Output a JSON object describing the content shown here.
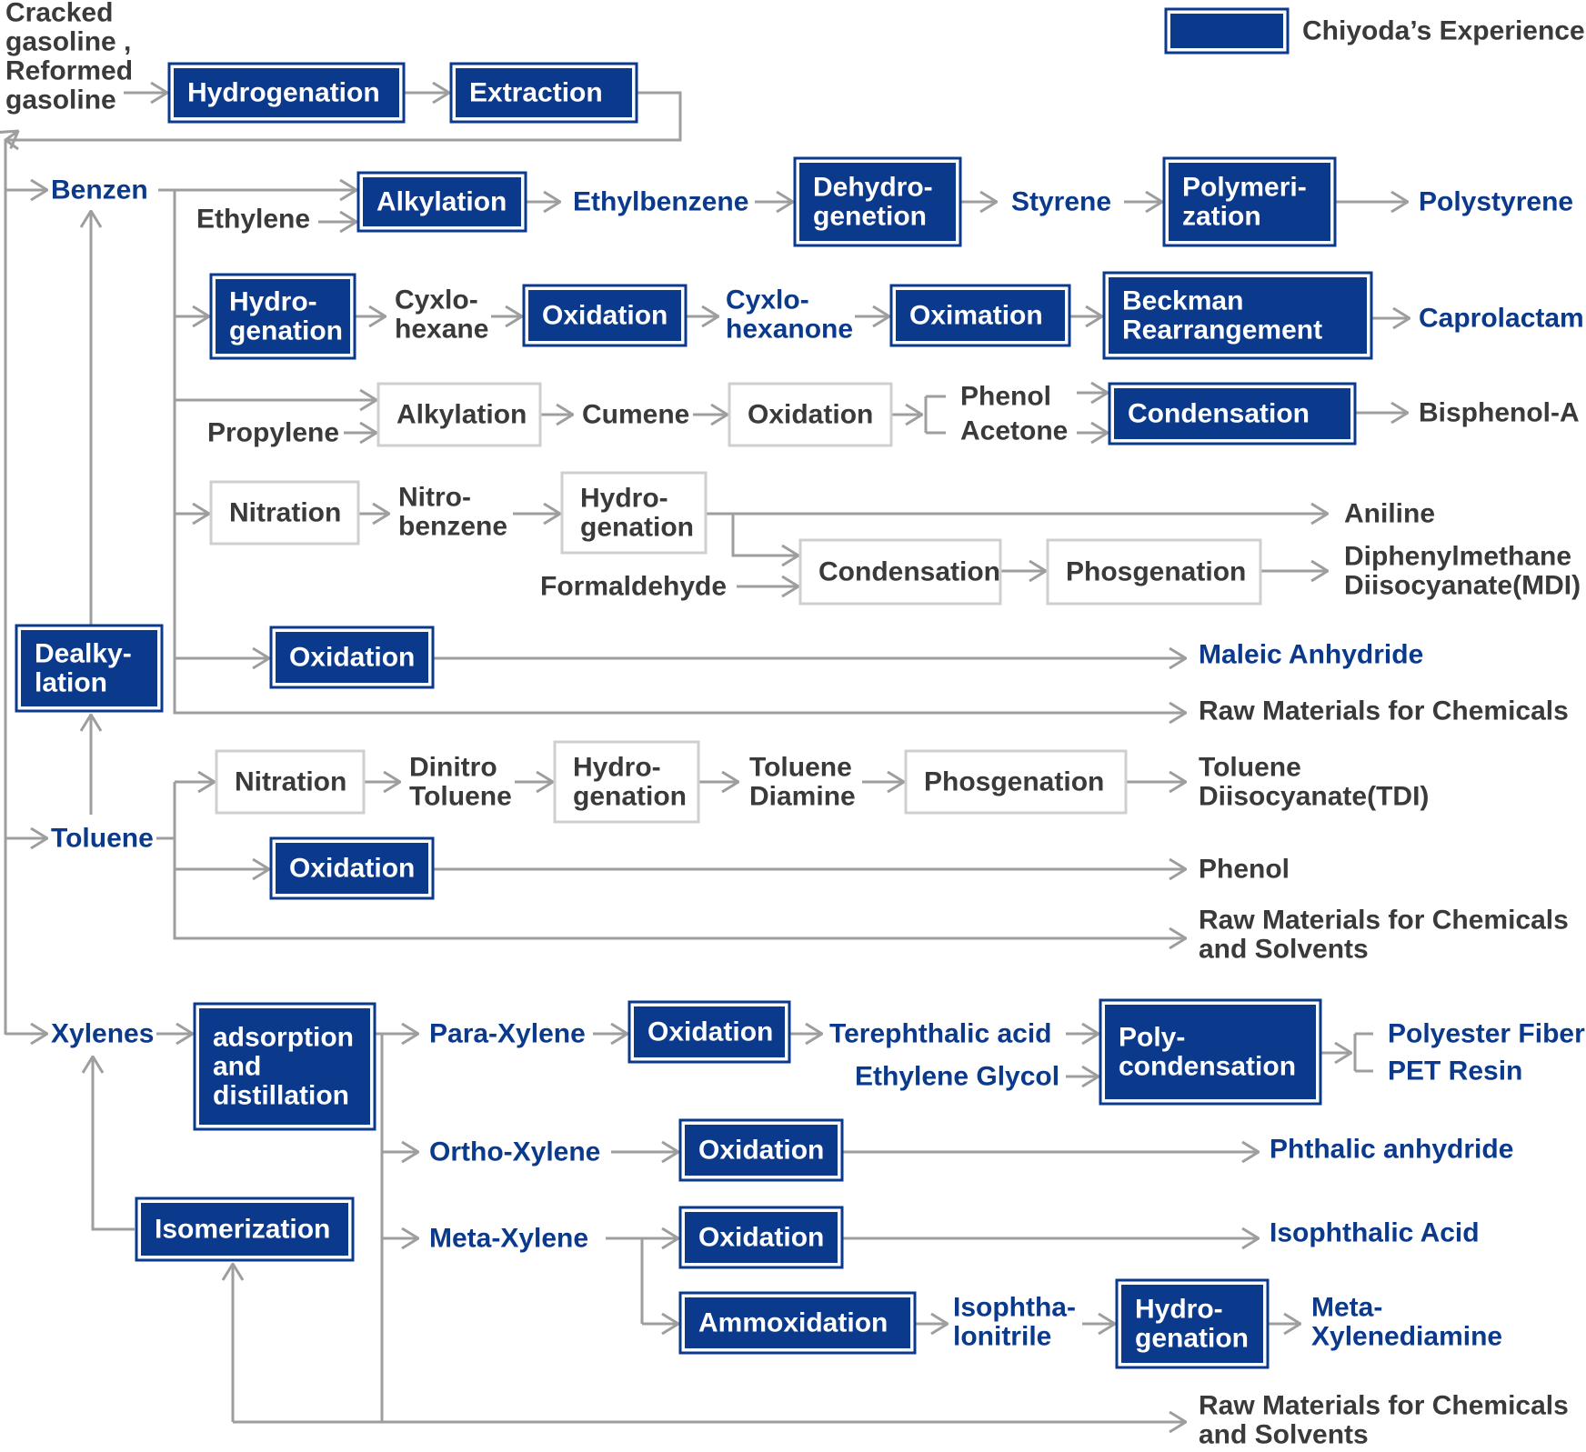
{
  "title": "",
  "colors": {
    "brand": "#0b3a8c",
    "text": "#3a3a3a",
    "line": "#9e9e9e",
    "plain_border": "#cfcfcf"
  },
  "legend": {
    "label": "Chiyoda’s Experience"
  },
  "nodes": {
    "feed": [
      "Cracked",
      "gasoline ,",
      "Reformed",
      "gasoline"
    ],
    "hydrogenation_1": "Hydrogenation",
    "extraction": "Extraction",
    "benzen": "Benzen",
    "ethylene": "Ethylene",
    "alkylation_1": "Alkylation",
    "ethylbenzene": "Ethylbenzene",
    "dehydrogenetion": [
      "Dehydro-",
      "genetion"
    ],
    "styrene": "Styrene",
    "polymerization": [
      "Polymeri-",
      "zation"
    ],
    "polystyrene": "Polystyrene",
    "hydrogenation_2": [
      "Hydro-",
      "genation"
    ],
    "cyclohexane": [
      "Cyxlo-",
      "hexane"
    ],
    "oxidation_1": "Oxidation",
    "cyclohexanone": [
      "Cyxlo-",
      "hexanone"
    ],
    "oximation": "Oximation",
    "beckman": [
      "Beckman",
      "Rearrangement"
    ],
    "caprolactam": "Caprolactam",
    "propylene": "Propylene",
    "alkylation_2": "Alkylation",
    "cumene": "Cumene",
    "oxidation_2": "Oxidation",
    "phenol_1": "Phenol",
    "acetone": "Acetone",
    "condensation_1": "Condensation",
    "bisphenol": "Bisphenol-A",
    "nitration_1": "Nitration",
    "nitrobenzene": [
      "Nitro-",
      "benzene"
    ],
    "hydrogenation_3": [
      "Hydro-",
      "genation"
    ],
    "aniline": "Aniline",
    "formaldehyde": "Formaldehyde",
    "condensation_2": "Condensation",
    "phosgenation_1": "Phosgenation",
    "mdi": [
      "Diphenylmethane",
      "Diisocyanate(MDI)"
    ],
    "dealkylation": [
      "Dealky-",
      "lation"
    ],
    "oxidation_3": "Oxidation",
    "maleic": "Maleic Anhydride",
    "raw_1": "Raw Materials for Chemicals",
    "toluene": "Toluene",
    "nitration_2": "Nitration",
    "dinitro": [
      "Dinitro",
      "Toluene"
    ],
    "hydrogenation_4": [
      "Hydro-",
      "genation"
    ],
    "toluene_diamine": [
      "Toluene",
      "Diamine"
    ],
    "phosgenation_2": "Phosgenation",
    "tdi": [
      "Toluene",
      "Diisocyanate(TDI)"
    ],
    "oxidation_4": "Oxidation",
    "phenol_2": "Phenol",
    "raw_2": [
      "Raw Materials for Chemicals",
      "and Solvents"
    ],
    "xylenes": "Xylenes",
    "adsorption": [
      "adsorption",
      "and",
      "distillation"
    ],
    "para": "Para-Xylene",
    "oxidation_5": "Oxidation",
    "terephthalic": "Terephthalic acid",
    "ethylene_glycol": "Ethylene Glycol",
    "polycondensation": [
      "Poly-",
      "condensation"
    ],
    "polyester": "Polyester Fiber",
    "pet": "PET Resin",
    "ortho": "Ortho-Xylene",
    "oxidation_6": "Oxidation",
    "phthalic": "Phthalic anhydride",
    "isomerization": "Isomerization",
    "meta": "Meta-Xylene",
    "oxidation_7": "Oxidation",
    "isophthalic": "Isophthalic Acid",
    "ammoxidation": "Ammoxidation",
    "isophthalonitrile": [
      "Isophtha-",
      "lonitrile"
    ],
    "hydrogenation_5": [
      "Hydro-",
      "genation"
    ],
    "mxd": [
      "Meta-",
      "Xylenediamine"
    ],
    "raw_3": [
      "Raw Materials for Chemicals",
      "and Solvents"
    ]
  }
}
